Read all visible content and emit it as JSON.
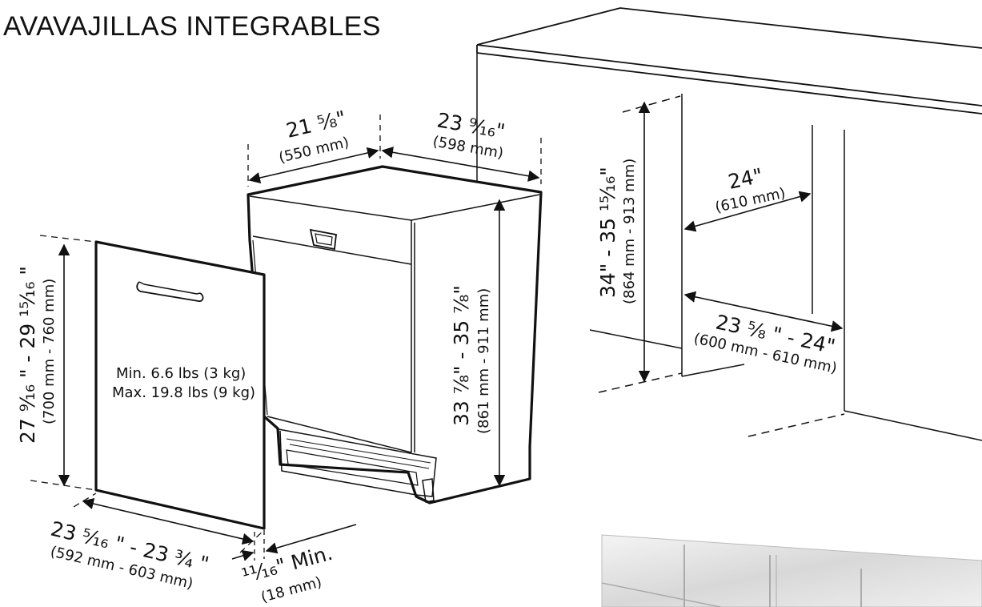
{
  "title": "AVAVAJILLAS INTEGRABLES",
  "dimensions": {
    "depth_in": "21 ⅝\"",
    "depth_mm": "(550 mm)",
    "width_in": "23 ⁹⁄₁₆\"",
    "width_mm": "(598 mm)",
    "height_in": "33 ⅞\" - 35 ⅞\"",
    "height_mm": "(861 mm - 911 mm)",
    "panel_height_in": "27 ⁹⁄₁₆ \" - 29 ¹⁵⁄₁₆ \"",
    "panel_height_mm": "(700 mm - 760 mm)",
    "panel_width_in": "23 ⁵⁄₁₆ \" - 23 ³⁄₄ \"",
    "panel_width_mm": "(592 mm - 603 mm)",
    "panel_thickness_in": "¹¹⁄₁₆\" Min.",
    "panel_thickness_mm": "(18 mm)",
    "cabinet_height_in": "34\" - 35 ¹⁵⁄₁₆\"",
    "cabinet_height_mm": "(864 mm - 913 mm)",
    "cabinet_width_in": "24\"",
    "cabinet_width_mm": "(610 mm)",
    "cabinet_depth_in": "23 ⅝ \" - 24\"",
    "cabinet_depth_mm": "(600 mm - 610 mm)"
  },
  "panel_weight": {
    "min": "Min. 6.6 lbs (3 kg)",
    "max": "Max. 19.8 lbs (9 kg)"
  }
}
